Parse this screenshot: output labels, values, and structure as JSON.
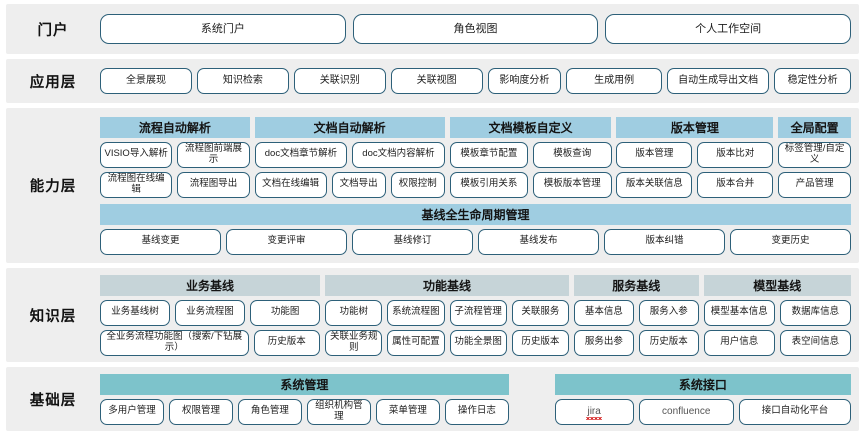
{
  "layers": [
    {
      "id": "portal",
      "label": "门户",
      "items": [
        "系统门户",
        "角色视图",
        "个人工作空间"
      ]
    },
    {
      "id": "application",
      "label": "应用层",
      "items": [
        "全景展现",
        "知识检索",
        "关联识别",
        "关联视图",
        "影响度分析",
        "生成用例",
        "自动生成导出文档",
        "稳定性分析"
      ]
    },
    {
      "id": "capability",
      "label": "能力层",
      "groups": [
        {
          "title": "流程自动解析",
          "rows": [
            [
              "VISIO导入解析",
              "流程图前端展示"
            ],
            [
              "流程图在线编辑",
              "流程图导出"
            ]
          ]
        },
        {
          "title": "文档自动解析",
          "rows": [
            [
              "doc文档章节解析",
              "doc文档内容解析"
            ],
            [
              "文档在线编辑",
              "文档导出",
              "权限控制"
            ]
          ]
        },
        {
          "title": "文档模板自定义",
          "rows": [
            [
              "模板章节配置",
              "模板查询"
            ],
            [
              "模板引用关系",
              "模板版本管理"
            ]
          ]
        },
        {
          "title": "版本管理",
          "rows": [
            [
              "版本管理",
              "版本比对"
            ],
            [
              "版本关联信息",
              "版本合并"
            ]
          ]
        },
        {
          "title": "全局配置",
          "rows": [
            [
              "标签管理/自定义"
            ],
            [
              "产品管理"
            ]
          ]
        }
      ],
      "lifecycle": {
        "title": "基线全生命周期管理",
        "items": [
          "基线变更",
          "变更评审",
          "基线修订",
          "基线发布",
          "版本纠错",
          "变更历史"
        ]
      }
    },
    {
      "id": "knowledge",
      "label": "知识层",
      "groups": [
        {
          "title": "业务基线",
          "rows": [
            [
              "业务基线树",
              "业务流程图",
              "功能图"
            ],
            [
              "全业务流程功能图（搜索/下钻展示）",
              "历史版本"
            ]
          ]
        },
        {
          "title": "功能基线",
          "rows": [
            [
              "功能树",
              "系统流程图",
              "子流程管理",
              "关联服务"
            ],
            [
              "关联业务规则",
              "属性可配置",
              "功能全景图",
              "历史版本"
            ]
          ]
        },
        {
          "title": "服务基线",
          "rows": [
            [
              "基本信息",
              "服务入参"
            ],
            [
              "服务出参",
              "历史版本"
            ]
          ]
        },
        {
          "title": "模型基线",
          "rows": [
            [
              "模型基本信息",
              "数据库信息"
            ],
            [
              "用户信息",
              "表空间信息"
            ]
          ]
        }
      ]
    },
    {
      "id": "foundation",
      "label": "基础层",
      "groups": [
        {
          "title": "系统管理",
          "rows": [
            [
              "多用户管理",
              "权限管理",
              "角色管理",
              "组织机构管理",
              "菜单管理",
              "操作日志"
            ]
          ]
        },
        {
          "title": "系统接口",
          "rows": [
            [
              "jira",
              "confluence",
              "接口自动化平台"
            ]
          ]
        }
      ]
    }
  ],
  "colors": {
    "band_bg": "#eeeeee",
    "pill_border": "#2d6079",
    "capability_header": "#9fcde1",
    "knowledge_header": "#c6d4d8",
    "foundation_header": "#7dc3cb",
    "spellcheck_underline": "#d92b2b"
  }
}
